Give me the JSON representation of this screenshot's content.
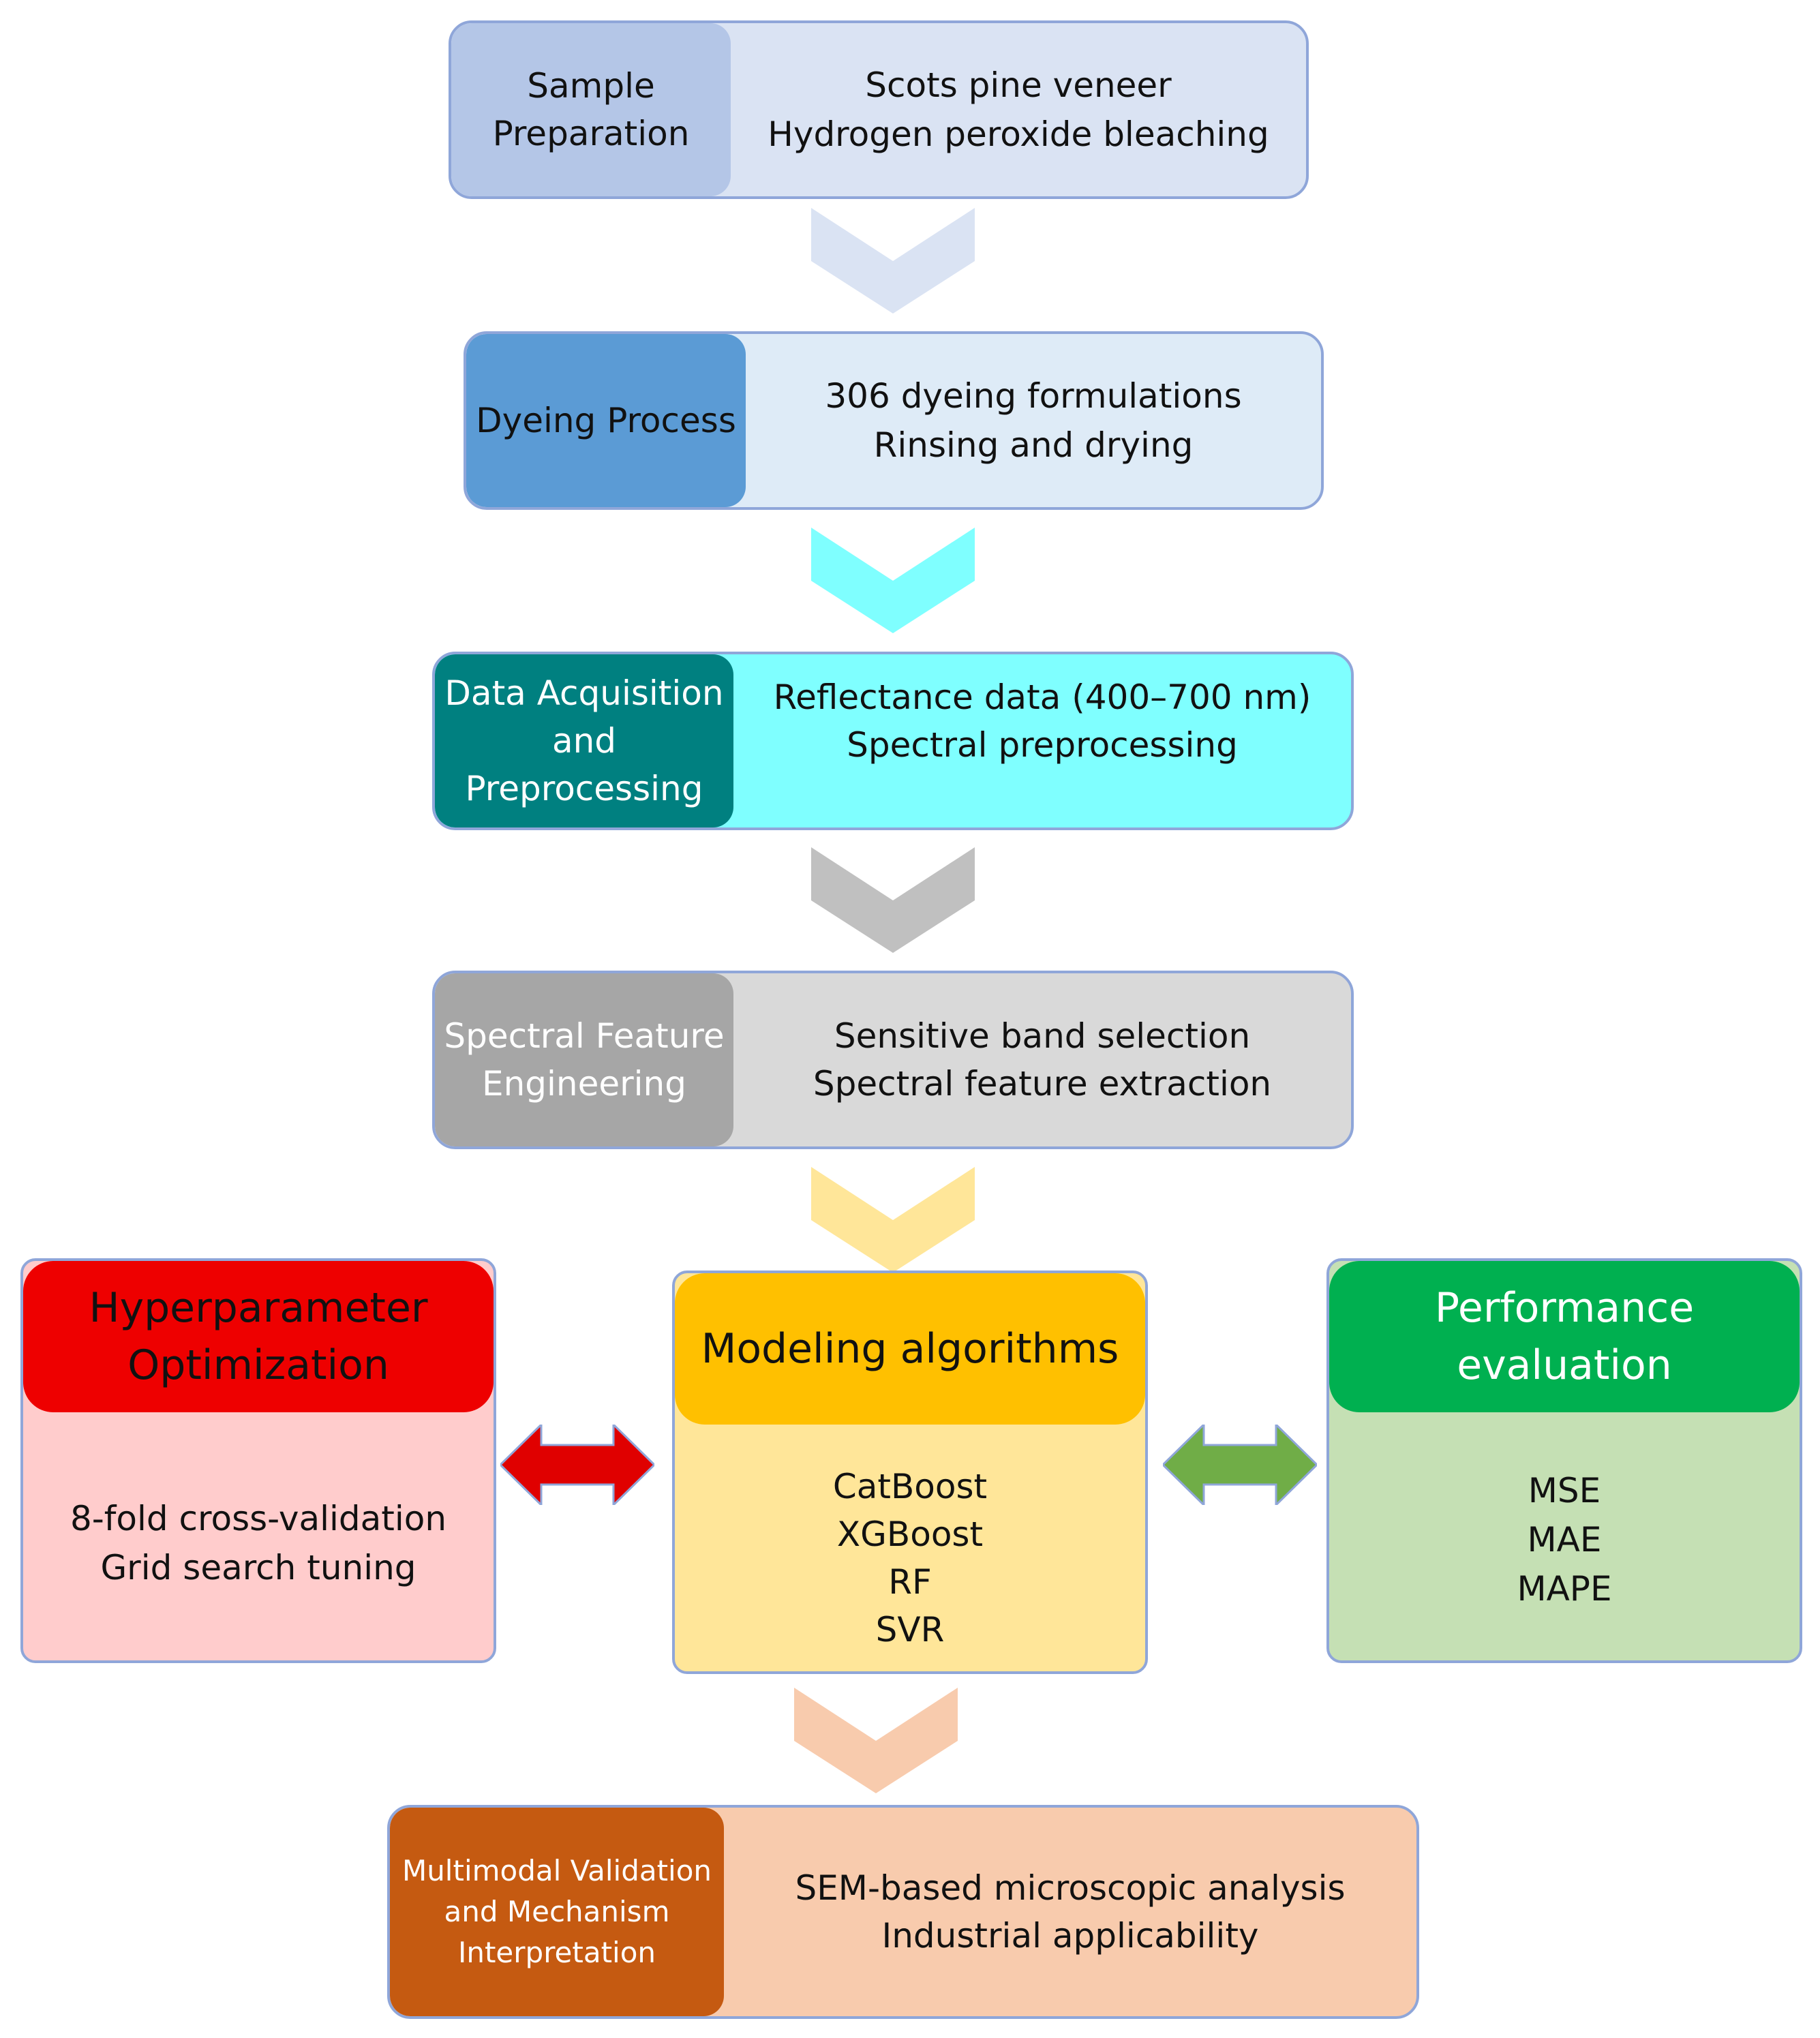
{
  "stages": [
    {
      "id": "sample-preparation",
      "label": [
        "Sample",
        "Preparation"
      ],
      "details": [
        "Scots pine veneer",
        "Hydrogen peroxide bleaching"
      ],
      "colors": {
        "label_bg": "#b4c6e7",
        "body_bg": "#dae3f3",
        "label_text": "#111111"
      }
    },
    {
      "id": "dyeing-process",
      "label": [
        "Dyeing Process"
      ],
      "details": [
        "306 dyeing formulations",
        "Rinsing and drying"
      ],
      "colors": {
        "label_bg": "#5b9bd5",
        "body_bg": "#deebf7",
        "label_text": "#111111"
      }
    },
    {
      "id": "data-acquisition",
      "label": [
        "Data Acquisition",
        "and",
        "Preprocessing"
      ],
      "details": [
        "Reflectance data (400–700 nm)",
        "Spectral preprocessing"
      ],
      "colors": {
        "label_bg": "#008080",
        "body_bg": "#7fffff",
        "label_text": "#ffffff"
      }
    },
    {
      "id": "spectral-feature-engineering",
      "label": [
        "Spectral Feature",
        "Engineering"
      ],
      "details": [
        "Sensitive band selection",
        "Spectral feature extraction"
      ],
      "colors": {
        "label_bg": "#a6a6a6",
        "body_bg": "#d9d9d9",
        "label_text": "#ffffff"
      }
    }
  ],
  "chevron_colors": [
    "#dae3f3",
    "#7fffff",
    "#c0c0c0",
    "#ffe699",
    "#f8cbad"
  ],
  "panels": {
    "hyperparameter": {
      "title": [
        "Hyperparameter",
        "Optimization"
      ],
      "items": [
        "8-fold cross-validation",
        "Grid search tuning"
      ],
      "colors": {
        "head_bg": "#ee0000",
        "body_bg": "#ffcccc",
        "title_text": "#111111"
      }
    },
    "modeling": {
      "title": [
        "Modeling algorithms"
      ],
      "items": [
        "CatBoost",
        "XGBoost",
        "RF",
        "SVR"
      ],
      "colors": {
        "head_bg": "#ffc000",
        "body_bg": "#ffe699",
        "title_text": "#111111"
      }
    },
    "performance": {
      "title": [
        "Performance",
        "evaluation"
      ],
      "items": [
        "MSE",
        "MAE",
        "MAPE"
      ],
      "colors": {
        "head_bg": "#00b050",
        "body_bg": "#c5e0b4",
        "title_text": "#ffffff"
      }
    }
  },
  "double_arrow_colors": {
    "left": "#e00000",
    "right": "#70ad47"
  },
  "final_stage": {
    "label": [
      "Multimodal Validation",
      "and Mechanism",
      "Interpretation"
    ],
    "details": [
      "SEM-based microscopic analysis",
      "Industrial applicability"
    ],
    "colors": {
      "label_bg": "#c55a11",
      "body_bg": "#f8cbad",
      "label_text": "#ffffff"
    }
  }
}
